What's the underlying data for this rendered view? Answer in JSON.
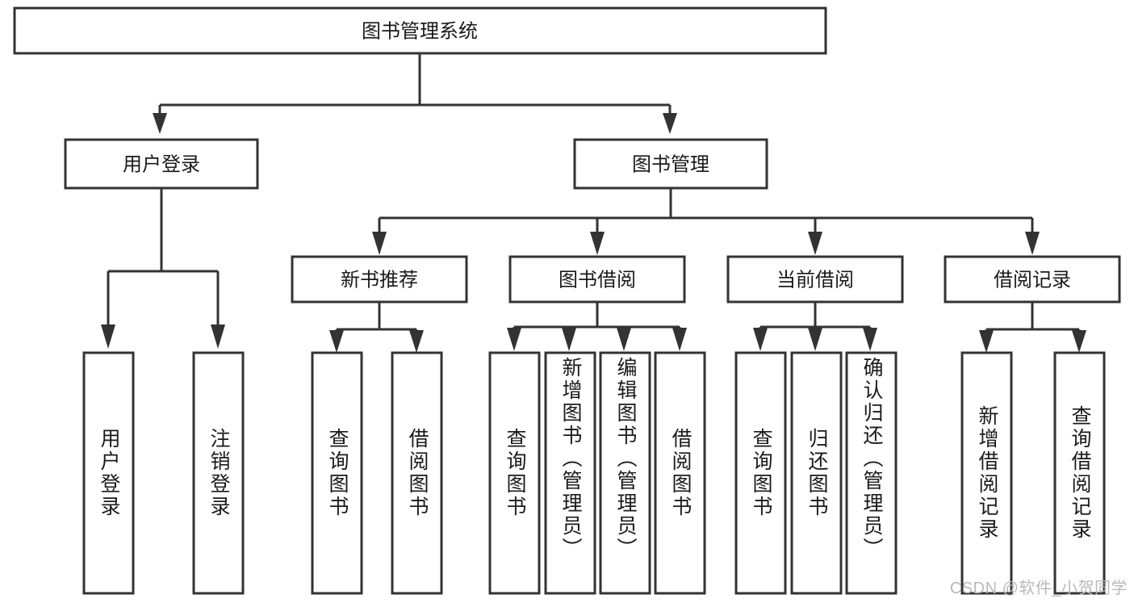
{
  "diagram": {
    "title": "图书管理系统",
    "type": "tree",
    "root": {
      "id": "root",
      "label": "图书管理系统",
      "orientation": "horizontal"
    },
    "level1": [
      {
        "id": "user-login",
        "label": "用户登录",
        "orientation": "horizontal"
      },
      {
        "id": "book-manage",
        "label": "图书管理",
        "orientation": "horizontal"
      }
    ],
    "level2": [
      {
        "id": "new-book-recommend",
        "label": "新书推荐",
        "parent": "book-manage",
        "orientation": "horizontal"
      },
      {
        "id": "book-borrow",
        "label": "图书借阅",
        "parent": "book-manage",
        "orientation": "horizontal"
      },
      {
        "id": "current-borrow",
        "label": "当前借阅",
        "parent": "book-manage",
        "orientation": "horizontal"
      },
      {
        "id": "borrow-record",
        "label": "借阅记录",
        "parent": "book-manage",
        "orientation": "horizontal"
      }
    ],
    "leaves": [
      {
        "id": "leaf-user-login",
        "label": "用户登录",
        "parent": "user-login",
        "orientation": "vertical"
      },
      {
        "id": "leaf-logout-login",
        "label": "注销登录",
        "parent": "user-login",
        "orientation": "vertical"
      },
      {
        "id": "leaf-query-book-1",
        "label": "查询图书",
        "parent": "new-book-recommend",
        "orientation": "vertical"
      },
      {
        "id": "leaf-borrow-book-1",
        "label": "借阅图书",
        "parent": "new-book-recommend",
        "orientation": "vertical"
      },
      {
        "id": "leaf-query-book-2",
        "label": "查询图书",
        "parent": "book-borrow",
        "orientation": "vertical"
      },
      {
        "id": "leaf-add-book",
        "label": "新增图书（管理员）",
        "parent": "book-borrow",
        "orientation": "vertical"
      },
      {
        "id": "leaf-edit-book",
        "label": "编辑图书（管理员）",
        "parent": "book-borrow",
        "orientation": "vertical"
      },
      {
        "id": "leaf-borrow-book-2",
        "label": "借阅图书",
        "parent": "book-borrow",
        "orientation": "vertical"
      },
      {
        "id": "leaf-query-book-3",
        "label": "查询图书",
        "parent": "current-borrow",
        "orientation": "vertical"
      },
      {
        "id": "leaf-return-book",
        "label": "归还图书",
        "parent": "current-borrow",
        "orientation": "vertical"
      },
      {
        "id": "leaf-confirm-return",
        "label": "确认归还（管理员）",
        "parent": "current-borrow",
        "orientation": "vertical"
      },
      {
        "id": "leaf-add-record",
        "label": "新增借阅记录",
        "parent": "borrow-record",
        "orientation": "vertical"
      },
      {
        "id": "leaf-query-record",
        "label": "查询借阅记录",
        "parent": "borrow-record",
        "orientation": "vertical"
      }
    ]
  },
  "watermark": {
    "text": "CSDN @软件_小贺同学"
  },
  "colors": {
    "stroke": "#333333",
    "fill": "#ffffff",
    "text": "#1a1a1a",
    "watermark": "#b9b9b9"
  }
}
